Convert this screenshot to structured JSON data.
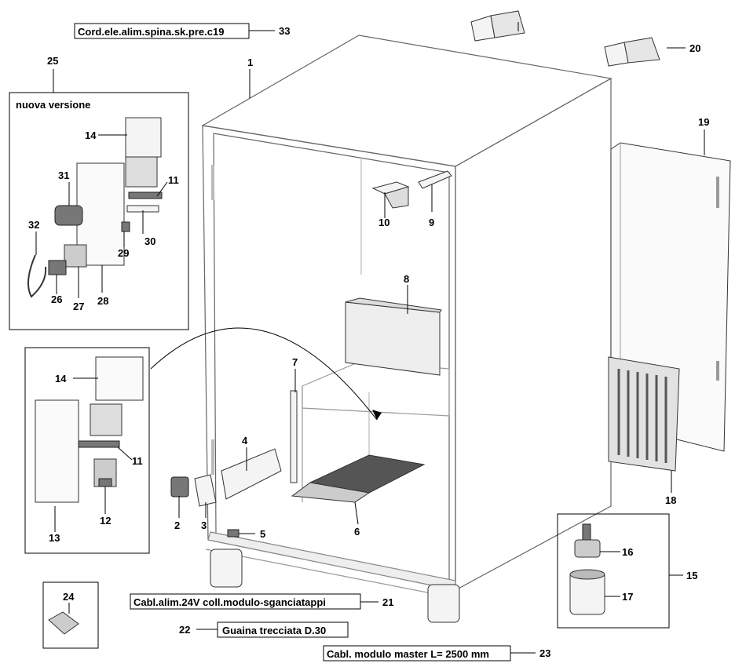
{
  "labels": {
    "cord": "Cord.ele.alim.spina.sk.pre.c19",
    "cabl_24v": "Cabl.alim.24V coll.modulo-sganciatappi",
    "guaina": "Guaina trecciata D.30",
    "cabl_master": "Cabl. modulo master L= 2500 mm",
    "nuova_versione": "nuova versione"
  },
  "parts": {
    "p1": "1",
    "p2": "2",
    "p3": "3",
    "p4": "4",
    "p5": "5",
    "p6": "6",
    "p7": "7",
    "p8": "8",
    "p9": "9",
    "p10": "10",
    "p11a": "11",
    "p11b": "11",
    "p12": "12",
    "p13": "13",
    "p14a": "14",
    "p14b": "14",
    "p15": "15",
    "p16": "16",
    "p17": "17",
    "p18": "18",
    "p19": "19",
    "p20": "20",
    "p21": "21",
    "p22": "22",
    "p23": "23",
    "p24": "24",
    "p25": "25",
    "p26": "26",
    "p27": "27",
    "p28": "28",
    "p29": "29",
    "p30": "30",
    "p31": "31",
    "p32": "32",
    "p33": "33"
  }
}
